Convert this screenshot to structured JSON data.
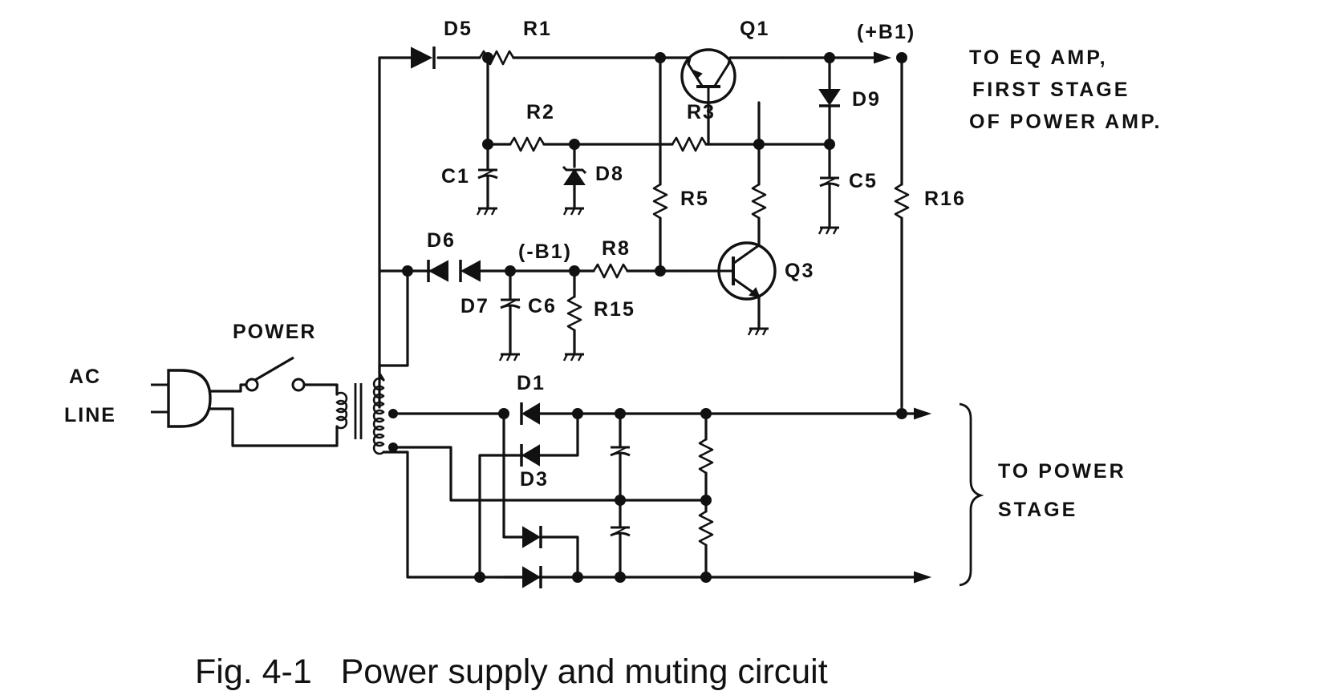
{
  "figure": {
    "caption": "Fig. 4-1   Power supply and muting circuit"
  },
  "components": {
    "d5": "D5",
    "r1": "R1",
    "q1": "Q1",
    "b1_plus": "(+B1)",
    "r2": "R2",
    "r3": "R3",
    "d9": "D9",
    "c1": "C1",
    "d8": "D8",
    "r5": "R5",
    "c5": "C5",
    "r16": "R16",
    "d6": "D6",
    "b1_minus": "(-B1)",
    "r8": "R8",
    "q3": "Q3",
    "d7": "D7",
    "c6": "C6",
    "r15": "R15",
    "power": "POWER",
    "ac": "AC",
    "line": "LINE",
    "d1": "D1",
    "d3": "D3"
  },
  "annotations": {
    "to_eq_1": "TO EQ AMP,",
    "to_eq_2": "FIRST STAGE",
    "to_eq_3": "OF POWER AMP.",
    "to_power_1": "TO POWER",
    "to_power_2": "STAGE"
  }
}
